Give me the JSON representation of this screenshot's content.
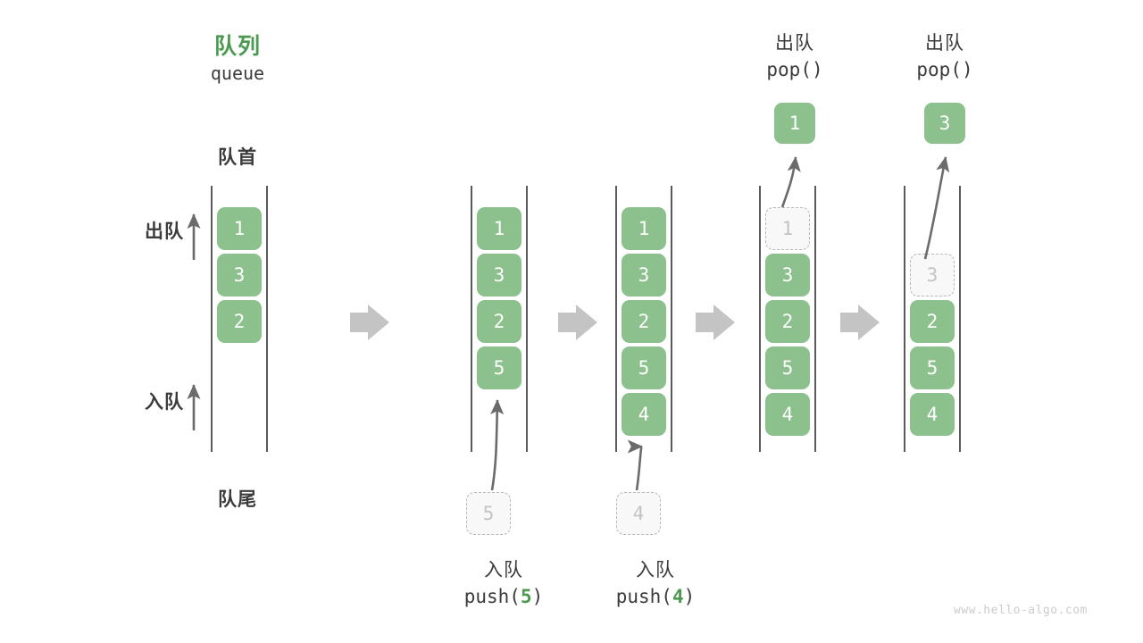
{
  "diagram": {
    "title_cn": "队列",
    "title_en": "queue",
    "front_label": "队首",
    "rear_label": "队尾",
    "dequeue_axis_label": "出队",
    "enqueue_axis_label": "入队",
    "watermark": "www.hello-algo.com",
    "colors": {
      "green_fill": "#8cc08c",
      "green_text": "#4c9a51",
      "dark_text": "#3b3b3b",
      "rail": "#5a5a5a",
      "ghost_border": "#b8b8b8",
      "ghost_fill": "#f8f8f8",
      "ghost_text": "#c3c3c3",
      "arrow_gray": "#c4c4c4",
      "thin_arrow": "#6b6b6b",
      "watermark": "#cccccc"
    },
    "steps": [
      {
        "id": "step-1-initial",
        "cells": [
          {
            "value": "1",
            "state": "filled"
          },
          {
            "value": "3",
            "state": "filled"
          },
          {
            "value": "2",
            "state": "filled"
          }
        ]
      },
      {
        "id": "step-2-push-5",
        "cells": [
          {
            "value": "1",
            "state": "filled"
          },
          {
            "value": "3",
            "state": "filled"
          },
          {
            "value": "2",
            "state": "filled"
          },
          {
            "value": "5",
            "state": "filled"
          }
        ],
        "incoming": {
          "value": "5",
          "state": "ghost"
        },
        "caption_cn": "入队",
        "caption_code_prefix": "push(",
        "caption_code_num": "5",
        "caption_code_suffix": ")"
      },
      {
        "id": "step-3-push-4",
        "cells": [
          {
            "value": "1",
            "state": "filled"
          },
          {
            "value": "3",
            "state": "filled"
          },
          {
            "value": "2",
            "state": "filled"
          },
          {
            "value": "5",
            "state": "filled"
          },
          {
            "value": "4",
            "state": "filled"
          }
        ],
        "incoming": {
          "value": "4",
          "state": "ghost"
        },
        "caption_cn": "入队",
        "caption_code_prefix": "push(",
        "caption_code_num": "4",
        "caption_code_suffix": ")"
      },
      {
        "id": "step-4-pop-1",
        "cells": [
          {
            "value": "1",
            "state": "ghost"
          },
          {
            "value": "3",
            "state": "filled"
          },
          {
            "value": "2",
            "state": "filled"
          },
          {
            "value": "5",
            "state": "filled"
          },
          {
            "value": "4",
            "state": "filled"
          }
        ],
        "popped": {
          "value": "1"
        },
        "header_cn": "出队",
        "header_code": "pop()"
      },
      {
        "id": "step-5-pop-3",
        "cells": [
          {
            "value": "",
            "state": "empty"
          },
          {
            "value": "3",
            "state": "ghost"
          },
          {
            "value": "2",
            "state": "filled"
          },
          {
            "value": "5",
            "state": "filled"
          },
          {
            "value": "4",
            "state": "filled"
          }
        ],
        "popped": {
          "value": "3"
        },
        "header_cn": "出队",
        "header_code": "pop()"
      }
    ],
    "separator_arrows": [
      {
        "id": "arrow-1"
      },
      {
        "id": "arrow-2"
      },
      {
        "id": "arrow-3"
      },
      {
        "id": "arrow-4"
      }
    ]
  }
}
